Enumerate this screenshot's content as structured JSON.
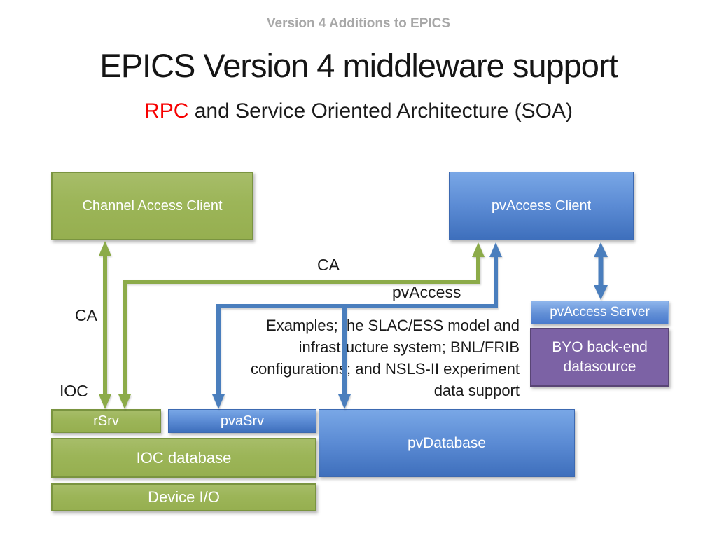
{
  "header": {
    "note": "Version 4 Additions to EPICS",
    "title": "EPICS Version 4 middleware support",
    "subtitle_highlight": "RPC",
    "subtitle_rest": " and Service Oriented Architecture (SOA)"
  },
  "colors": {
    "green_fill": "#9cb558",
    "green_border": "#7a9440",
    "green_arrow": "#8cab49",
    "blue_top": "#79a7e6",
    "blue_bottom": "#3e6fbc",
    "blue_arrow": "#4a7ebd",
    "purple_fill": "#7c62a5",
    "purple_border": "#594575",
    "subtitle_red": "#f70000",
    "note_gray": "#a8a8a8"
  },
  "diagram": {
    "boxes": {
      "channel_access_client": "Channel Access Client",
      "pvaccess_client": "pvAccess Client",
      "pvaccess_server": "pvAccess Server",
      "byo_line1": "BYO back-end",
      "byo_line2": "datasource",
      "rsrv": "rSrv",
      "pvasrv": "pvaSrv",
      "pvdatabase": "pvDatabase",
      "ioc_database": "IOC database",
      "device_io": "Device I/O"
    },
    "labels": {
      "ca_top": "CA",
      "pvaccess": "pvAccess",
      "ca_left": "CA",
      "ioc": "IOC"
    },
    "examples": {
      "line1": "Examples; the SLAC/ESS model and",
      "line2": "infrastructure system; BNL/FRIB",
      "line3": "configurations; and NSLS-II experiment",
      "line4": "data support"
    }
  }
}
